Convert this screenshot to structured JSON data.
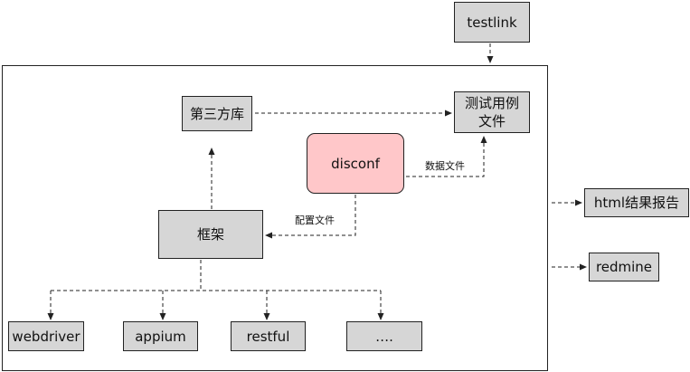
{
  "colors": {
    "box_fill": "#d6d6d6",
    "highlight_fill": "#ffc7c9",
    "line": "#222222"
  },
  "nodes": {
    "testlink": "testlink",
    "third_party_lib": "第三方库",
    "test_case_file_line1": "测试用例",
    "test_case_file_line2": "文件",
    "disconf": "disconf",
    "framework": "框架",
    "webdriver": "webdriver",
    "appium": "appium",
    "restful": "restful",
    "more": "….",
    "html_report": "html结果报告",
    "redmine": "redmine"
  },
  "edge_labels": {
    "data_file": "数据文件",
    "config_file": "配置文件"
  }
}
